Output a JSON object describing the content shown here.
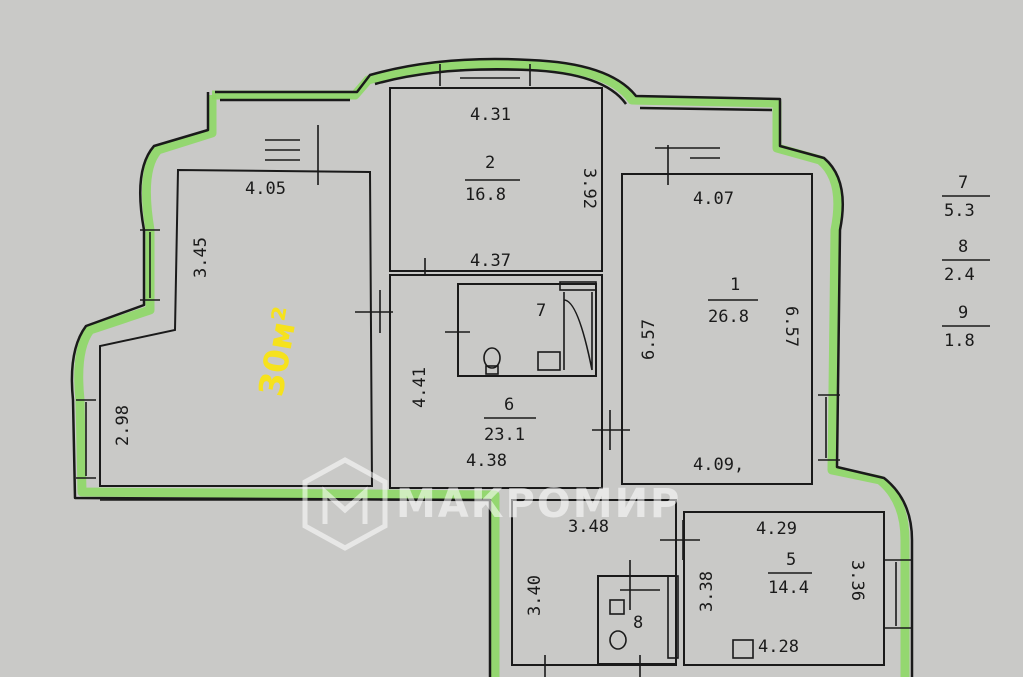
{
  "rooms": [
    {
      "id": "1",
      "area": "26.8"
    },
    {
      "id": "2",
      "area": "16.8"
    },
    {
      "id": "5",
      "area": "14.4"
    },
    {
      "id": "6",
      "area": "23.1"
    },
    {
      "id": "7"
    },
    {
      "id": "8"
    }
  ],
  "dimensions": {
    "r2_top": "4.31",
    "r2_right": "3.92",
    "r2_bottom": "4.37",
    "left_top": "4.05",
    "left_side_upper": "3.45",
    "left_side_lower": "2.98",
    "r1_top": "4.07",
    "r1_left": "6.57",
    "r1_right": "6.57",
    "r1_bottom": "4.09,",
    "r6_left": "4.41",
    "r6_bottom": "4.38",
    "hall_top": "3.48",
    "hall_left": "3.40",
    "hall_right": "3.38",
    "r5_top": "4.29",
    "r5_right": "3.36",
    "r5_bottom": "4.28"
  },
  "legend": [
    {
      "id": "7",
      "area": "5.3"
    },
    {
      "id": "8",
      "area": "2.4"
    },
    {
      "id": "9",
      "area": "1.8"
    }
  ],
  "handwritten_note": "30м²",
  "watermark": "МАКРОМИР",
  "colors": {
    "background": "#c9c9c7",
    "wall": "#1a1a1a",
    "balcony_highlight": "#8ed866",
    "note": "#f6e21c"
  }
}
